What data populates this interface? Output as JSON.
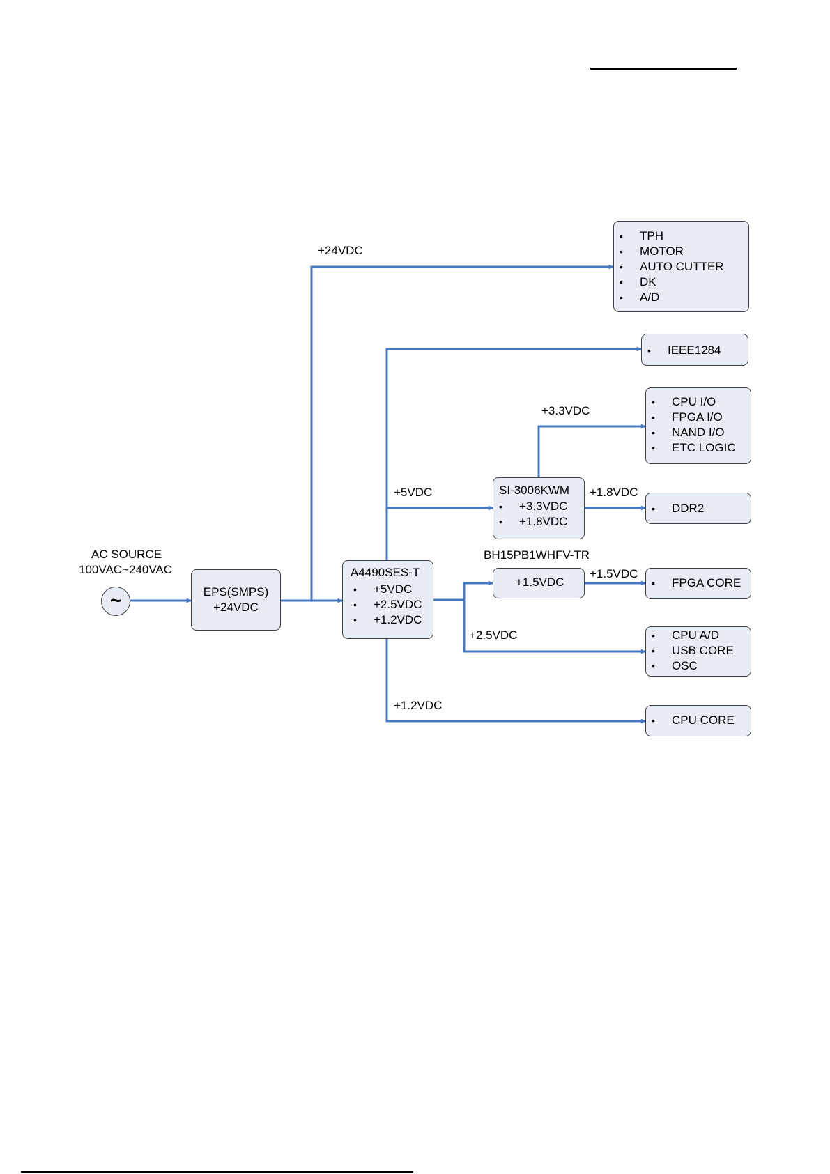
{
  "ac_source": {
    "title": "AC SOURCE",
    "range": "100VAC~240VAC",
    "symbol": "~"
  },
  "eps": {
    "title": "EPS(SMPS)",
    "output": "+24VDC"
  },
  "regulator": {
    "title": "A4490SES-T",
    "items": [
      "+5VDC",
      "+2.5VDC",
      "+1.2VDC"
    ]
  },
  "si_regulator": {
    "title": "SI-3006KWM",
    "items": [
      "+3.3VDC",
      "+1.8VDC"
    ]
  },
  "bh_regulator": {
    "title": "BH15PB1WHFV-TR",
    "output": "+1.5VDC"
  },
  "line_labels": {
    "v24": "+24VDC",
    "v5": "+5VDC",
    "v33": "+3.3VDC",
    "v18": "+1.8VDC",
    "v15": "+1.5VDC",
    "v25": "+2.5VDC",
    "v12": "+1.2VDC"
  },
  "loads": {
    "v24_load": [
      "TPH",
      "MOTOR",
      "AUTO CUTTER",
      "DK",
      "A/D"
    ],
    "ieee": "IEEE1284",
    "v33_load": [
      "CPU I/O",
      "FPGA I/O",
      "NAND I/O",
      "ETC LOGIC"
    ],
    "ddr": "DDR2",
    "fpga_core": "FPGA CORE",
    "v25_load": [
      "CPU A/D",
      "USB CORE",
      "OSC"
    ],
    "cpu_core": "CPU CORE"
  },
  "colors": {
    "line": "#4a78c0",
    "box_fill": "#e8ecf4",
    "box_border": "#404040"
  }
}
